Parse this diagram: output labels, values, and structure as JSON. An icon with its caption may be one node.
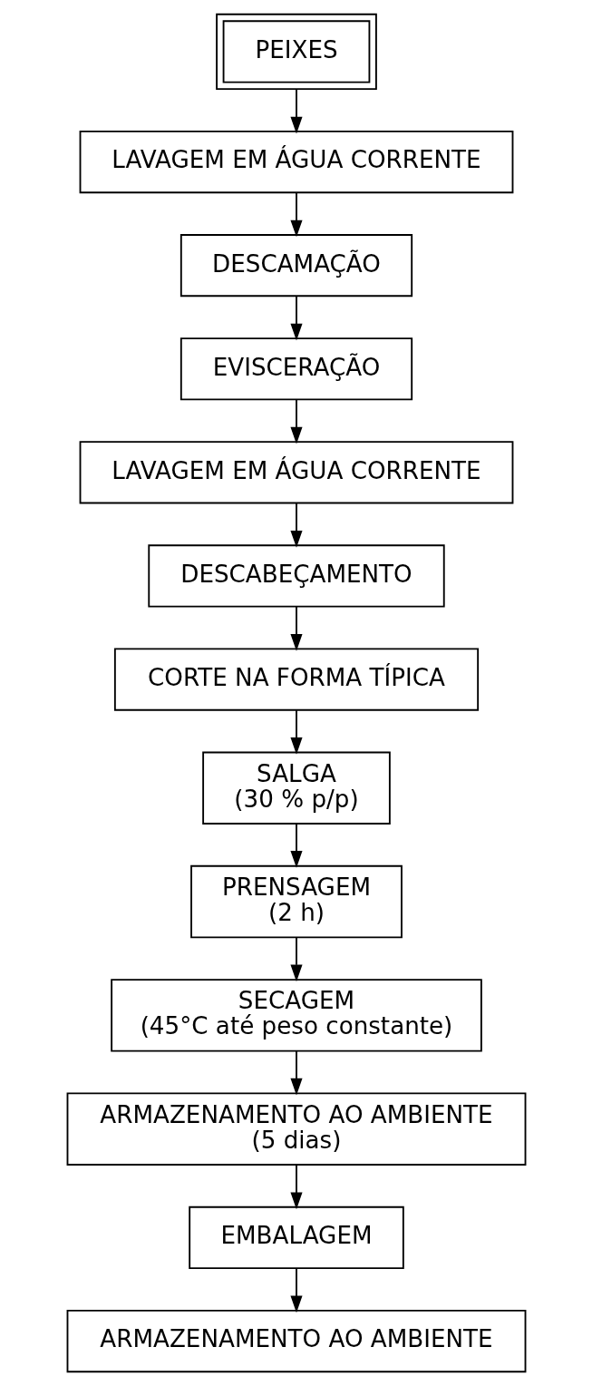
{
  "diagram": {
    "nodes": [
      {
        "text": [
          "PEIXES"
        ]
      },
      {
        "text": [
          "LAVAGEM EM ÁGUA CORRENTE"
        ]
      },
      {
        "text": [
          "DESCAMAÇÃO"
        ]
      },
      {
        "text": [
          "EVISCERAÇÃO"
        ]
      },
      {
        "text": [
          "LAVAGEM EM ÁGUA CORRENTE"
        ]
      },
      {
        "text": [
          "DESCABEÇAMENTO"
        ]
      },
      {
        "text": [
          "CORTE NA FORMA TÍPICA"
        ]
      },
      {
        "text": [
          "SALGA",
          "(30 % p/p)"
        ]
      },
      {
        "text": [
          "PRENSAGEM",
          "(2 h)"
        ]
      },
      {
        "text": [
          "SECAGEM",
          "(45°C até peso constante)"
        ]
      },
      {
        "text": [
          "ARMAZENAMENTO AO AMBIENTE",
          "(5 dias)"
        ]
      },
      {
        "text": [
          "EMBALAGEM"
        ]
      },
      {
        "text": [
          "ARMAZENAMENTO AO AMBIENTE"
        ]
      }
    ],
    "edges": [
      {
        "from": 0,
        "to": 1,
        "arrow": "to"
      },
      {
        "from": 1,
        "to": 2,
        "arrow": "to"
      },
      {
        "from": 2,
        "to": 3,
        "arrow": "to"
      },
      {
        "from": 3,
        "to": 4,
        "arrow": "to"
      },
      {
        "from": 4,
        "to": 5,
        "arrow": "to"
      },
      {
        "from": 5,
        "to": 6,
        "arrow": "to"
      },
      {
        "from": 6,
        "to": 7,
        "arrow": "to"
      },
      {
        "from": 7,
        "to": 8,
        "arrow": "to"
      },
      {
        "from": 8,
        "to": 9,
        "arrow": "to"
      },
      {
        "from": 9,
        "to": 10,
        "arrow": "to"
      },
      {
        "from": 10,
        "to": 11,
        "arrow": "to"
      },
      {
        "from": 11,
        "to": 12,
        "arrow": "to"
      }
    ]
  }
}
